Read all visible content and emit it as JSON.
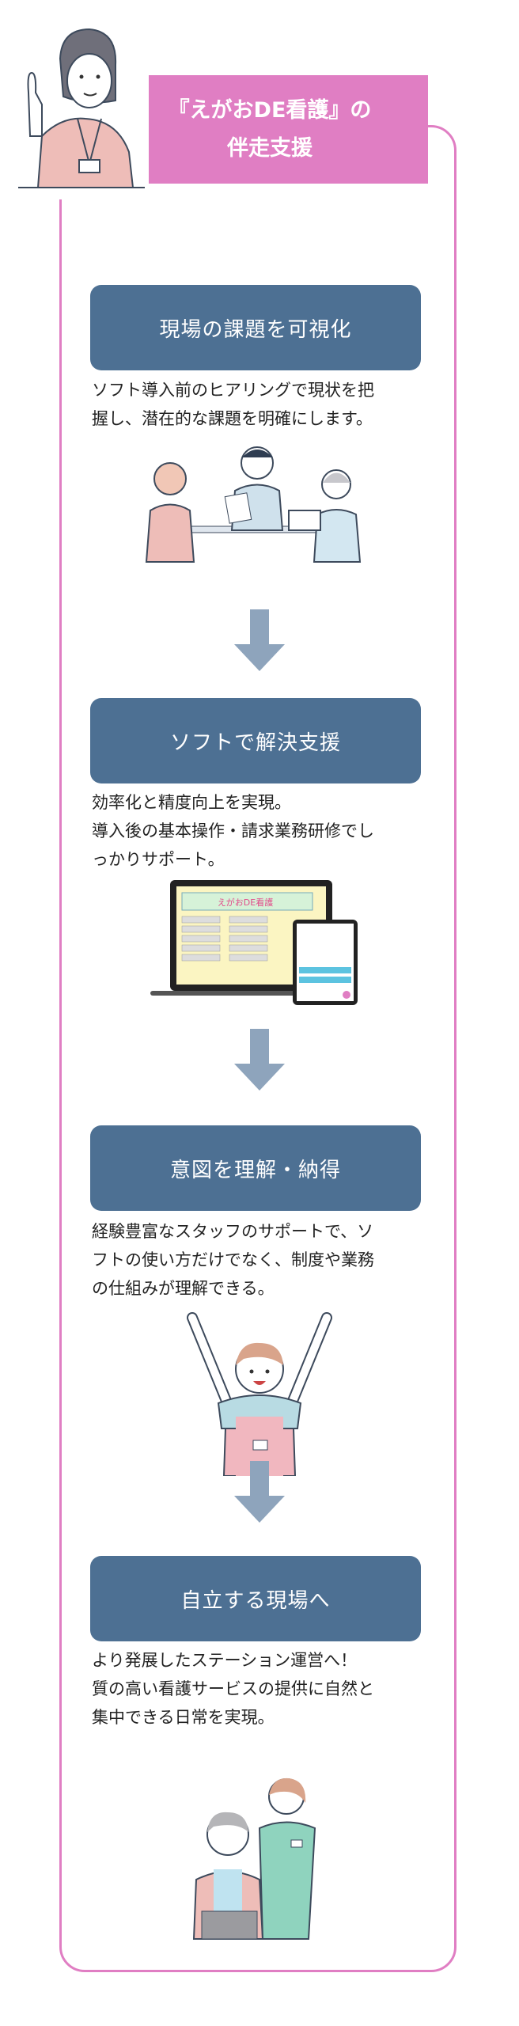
{
  "header": {
    "title_line1": "『えがおDE看護』の",
    "title_line2": "伴走支援"
  },
  "steps": [
    {
      "title": "現場の課題を可視化",
      "lines": [
        "ソフト導入前のヒアリングで現状を把",
        "握し、潜在的な課題を明確にします。"
      ]
    },
    {
      "title": "ソフトで解決支援",
      "lines": [
        "効率化と精度向上を実現。",
        "導入後の基本操作・請求業務研修でし",
        "っかりサポート。"
      ]
    },
    {
      "title": "意図を理解・納得",
      "lines": [
        "経験豊富なスタッフのサポートで、ソ",
        "フトの使い方だけでなく、制度や業務",
        "の仕組みが理解できる。"
      ]
    },
    {
      "title": "自立する現場へ",
      "lines": [
        "より発展したステーション運営へ！",
        "質の高い看護サービスの提供に自然と",
        "集中できる日常を実現。"
      ]
    }
  ],
  "colors": {
    "pink": "#e07ec3",
    "step_blue": "#4d7093",
    "arrow": "#8ea4bc"
  }
}
